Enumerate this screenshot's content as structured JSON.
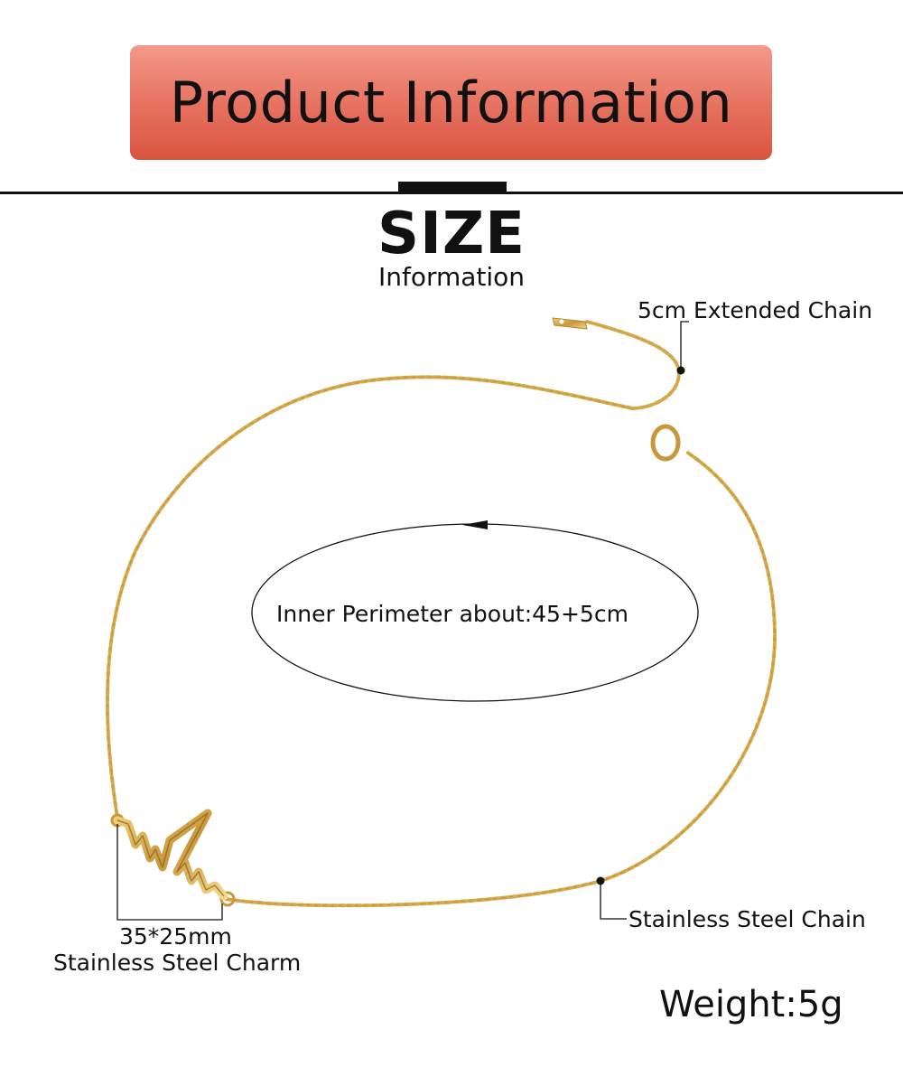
{
  "header": {
    "title": "Product Information"
  },
  "size_section": {
    "title": "SIZE",
    "subtitle": "Information"
  },
  "annotations": {
    "extended_chain": "5cm Extended Chain",
    "inner_perimeter": "Inner Perimeter about:45+5cm",
    "chain": "Stainless Steel Chain",
    "charm_size": "35*25mm",
    "charm": "Stainless Steel Charm"
  },
  "weight": "Weight:5g",
  "colors": {
    "banner_top": "#f4998a",
    "banner_bottom": "#d9543f",
    "gold": "#d4a84a",
    "gold_dark": "#b48630"
  }
}
